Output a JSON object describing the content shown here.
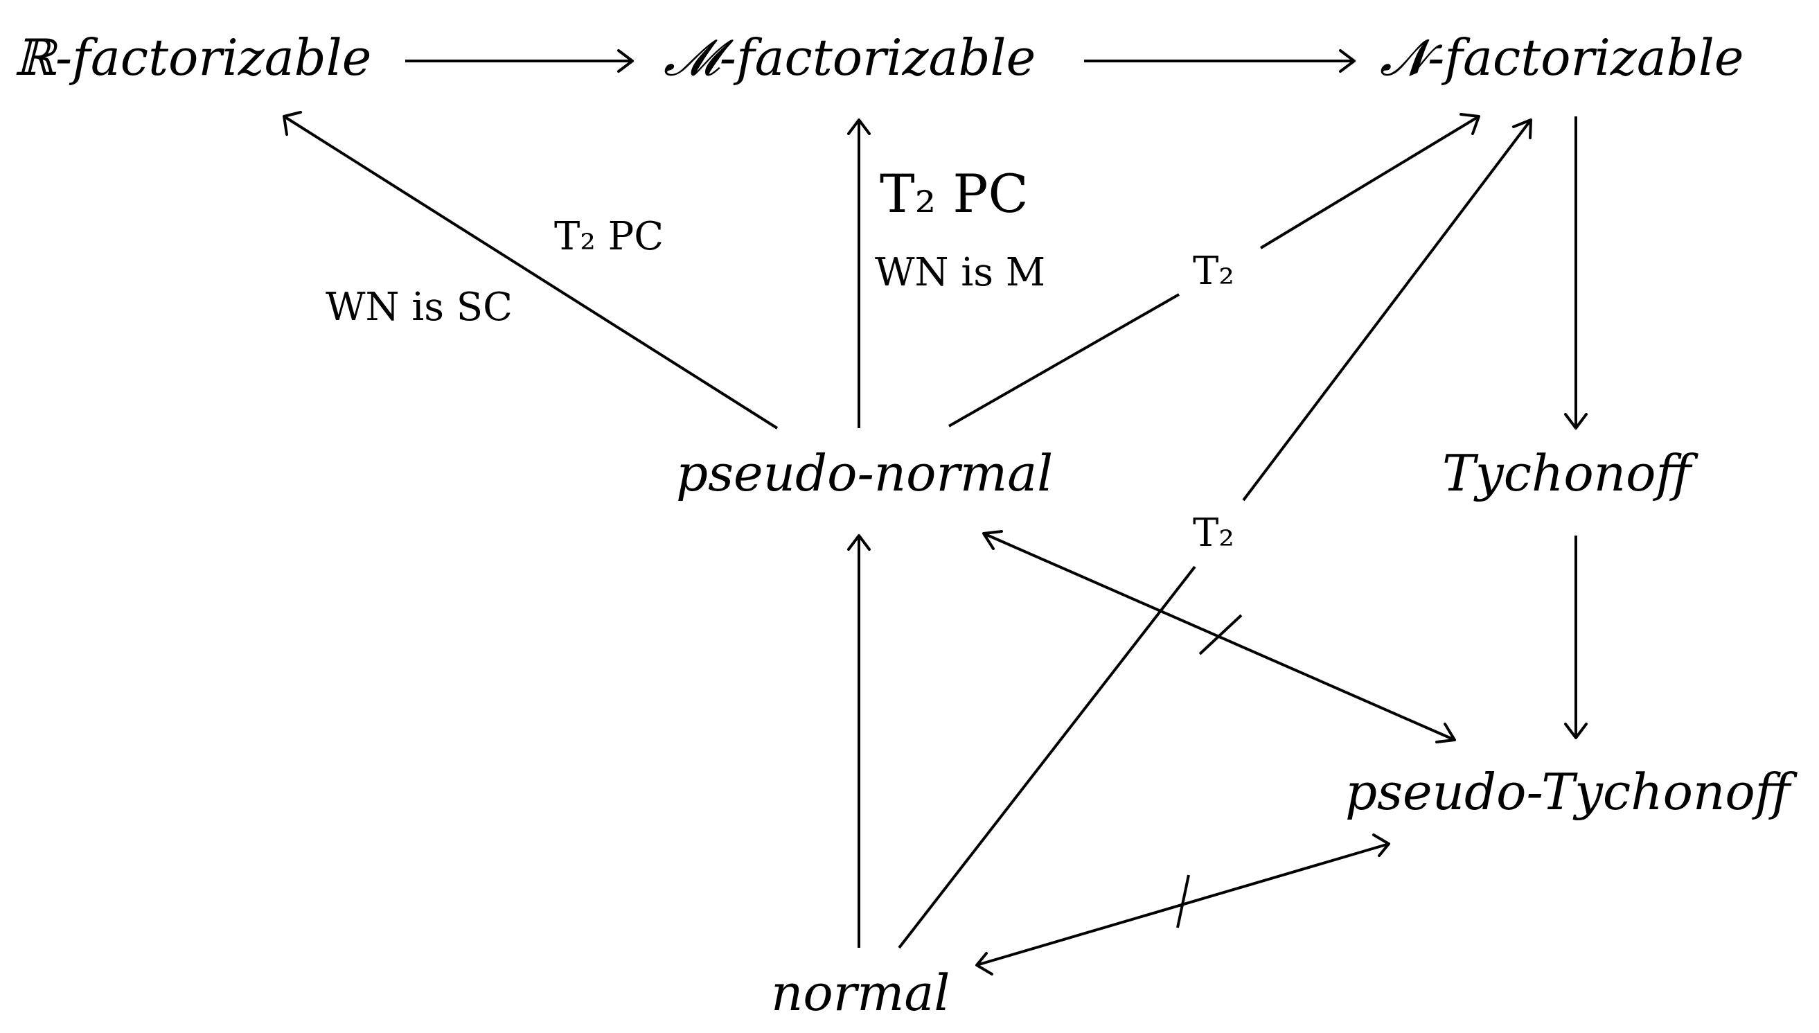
{
  "nodes": {
    "r_factorizable": "ℝ-factorizable",
    "m_factorizable": "𝓜-factorizable",
    "n_factorizable": "𝓝-factorizable",
    "tychonoff": "Tychonoff",
    "pseudo_normal": "pseudo-normal",
    "pseudo_tychonoff": "pseudo-Tychonoff",
    "normal": "normal"
  },
  "labels": {
    "pn_to_r_cond1": "T₂ PC",
    "pn_to_r_cond2": "WN is SC",
    "pn_to_m_cond1": "T₂ PC",
    "pn_to_m_cond2": "WN is M",
    "pn_to_n_cond": "T₂",
    "normal_to_n_cond": "T₂"
  }
}
